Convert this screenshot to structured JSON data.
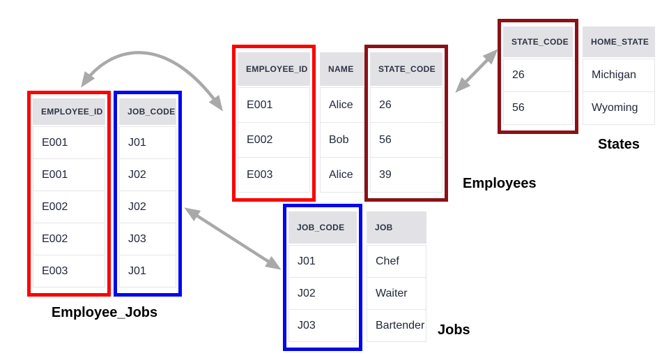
{
  "diagram": {
    "tables": [
      {
        "name": "Employee_Jobs",
        "label": "Employee_Jobs",
        "columns": [
          {
            "header": "EMPLOYEE_ID",
            "highlight": "red",
            "cells": [
              "E001",
              "E001",
              "E002",
              "E002",
              "E003"
            ]
          },
          {
            "header": "JOB_CODE",
            "highlight": "blue",
            "cells": [
              "J01",
              "J02",
              "J02",
              "J03",
              "J01"
            ]
          }
        ]
      },
      {
        "name": "Employees",
        "label": "Employees",
        "columns": [
          {
            "header": "EMPLOYEE_ID",
            "highlight": "red",
            "cells": [
              "E001",
              "E002",
              "E003"
            ]
          },
          {
            "header": "NAME",
            "highlight": null,
            "cells": [
              "Alice",
              "Bob",
              "Alice"
            ]
          },
          {
            "header": "STATE_CODE",
            "highlight": "darkred",
            "cells": [
              "26",
              "56",
              "39"
            ]
          }
        ]
      },
      {
        "name": "States",
        "label": "States",
        "columns": [
          {
            "header": "STATE_CODE",
            "highlight": "darkred",
            "cells": [
              "26",
              "56"
            ]
          },
          {
            "header": "HOME_STATE",
            "highlight": null,
            "cells": [
              "Michigan",
              "Wyoming"
            ]
          }
        ]
      },
      {
        "name": "Jobs",
        "label": "Jobs",
        "columns": [
          {
            "header": "JOB_CODE",
            "highlight": "blue",
            "cells": [
              "J01",
              "J02",
              "J03"
            ]
          },
          {
            "header": "JOB",
            "highlight": null,
            "cells": [
              "Chef",
              "Waiter",
              "Bartender"
            ]
          }
        ]
      }
    ],
    "relationships": [
      {
        "between": [
          "Employees.EMPLOYEE_ID",
          "Employee_Jobs.EMPLOYEE_ID"
        ],
        "arrow": "double",
        "style": "curved"
      },
      {
        "between": [
          "Employees.STATE_CODE",
          "States.STATE_CODE"
        ],
        "arrow": "double",
        "style": "straight"
      },
      {
        "between": [
          "Employee_Jobs.JOB_CODE",
          "Jobs.JOB_CODE"
        ],
        "arrow": "double",
        "style": "straight"
      }
    ],
    "colors": {
      "red": "#fa0300",
      "blue": "#0207ef",
      "darkred": "#8b1116",
      "arrow": "#a9a9a9",
      "header_bg": "#e2e2e6",
      "header_text": "#2d3446",
      "cell_text": "#202839",
      "cell_border": "#e6e6ea",
      "label_text": "#000000"
    }
  }
}
